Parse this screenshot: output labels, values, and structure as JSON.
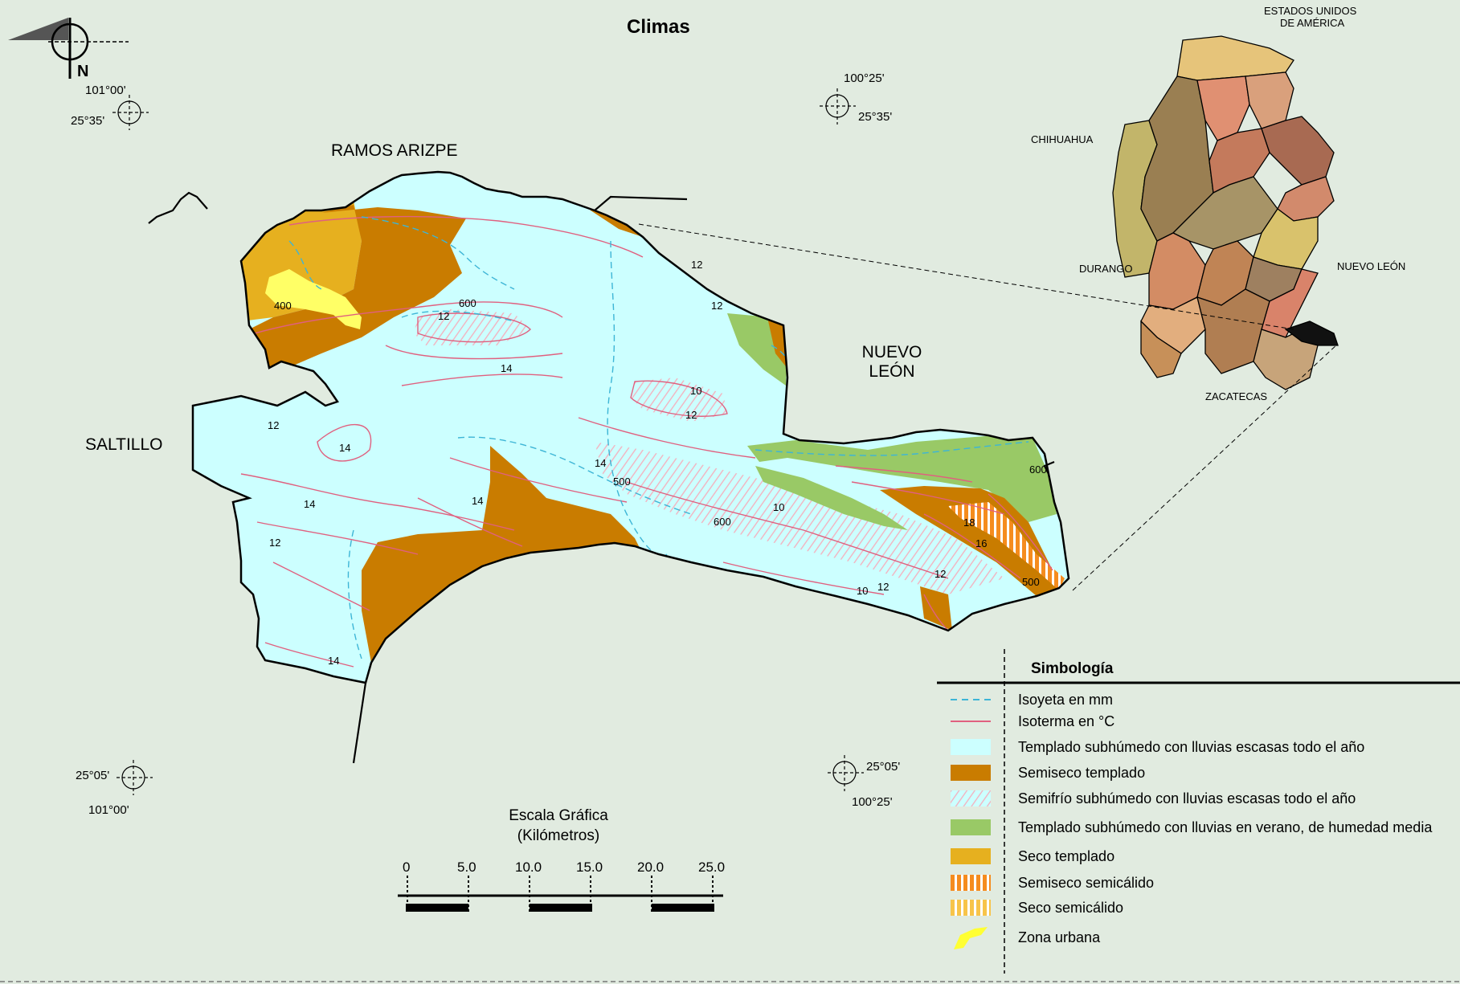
{
  "title": "Climas",
  "north": "N",
  "places": {
    "ramos_arizpe": "RAMOS ARIZPE",
    "saltillo": "SALTILLO",
    "nuevo_leon_main_1": "NUEVO",
    "nuevo_leon_main_2": "LEÓN"
  },
  "inset_labels": {
    "usa_1": "ESTADOS UNIDOS",
    "usa_2": "DE AMÉRICA",
    "chihuahua": "CHIHUAHUA",
    "durango": "DURANGO",
    "nuevo_leon": "NUEVO LEÓN",
    "zacatecas": "ZACATECAS"
  },
  "coordinates": {
    "nw_lon": "101°00'",
    "nw_lat": "25°35'",
    "ne_lon": "100°25'",
    "ne_lat": "25°35'",
    "sw_lat": "25°05'",
    "sw_lon": "101°00'",
    "se_lat": "25°05'",
    "se_lon": "100°25'"
  },
  "contour_labels": {
    "c400": "400",
    "c600a": "600",
    "c12a": "12",
    "c14a": "14",
    "c12b": "12",
    "c14b": "14",
    "c14c": "14",
    "c12c": "12",
    "c14d": "14",
    "c14e": "14",
    "c10a": "10",
    "c12d": "12",
    "c14f": "14",
    "c500a": "500",
    "c600b": "600",
    "c10b": "10",
    "c10c": "10",
    "c12e": "12",
    "c12f": "12",
    "c18": "18",
    "c16": "16",
    "c500b": "500",
    "c600c": "600",
    "c12g": "12",
    "c12h": "12"
  },
  "legend": {
    "title": "Simbología",
    "items": [
      {
        "label": "Isoyeta en mm",
        "type": "dash",
        "color": "#3db5d6"
      },
      {
        "label": "Isoterma en °C",
        "type": "line",
        "color": "#e0607f"
      },
      {
        "label": "Templado subhúmedo con lluvias escasas todo el año",
        "type": "fill",
        "color": "#ccffff"
      },
      {
        "label": "Semiseco templado",
        "type": "fill",
        "color": "#c97c00"
      },
      {
        "label": "Semifrío subhúmedo con lluvias escasas todo el año",
        "type": "hatch",
        "color": "#ccffff"
      },
      {
        "label": "Templado subhúmedo con lluvias en verano, de humedad media",
        "type": "fill",
        "color": "#99c966"
      },
      {
        "label": "Seco templado",
        "type": "fill",
        "color": "#e6b01f"
      },
      {
        "label": "Semiseco semicálido",
        "type": "stripe",
        "color": "#f58c1e"
      },
      {
        "label": "Seco semicálido",
        "type": "stripe",
        "color": "#f7c44a"
      },
      {
        "label": "Zona urbana",
        "type": "urban",
        "color": "#ffff33"
      }
    ]
  },
  "scale": {
    "title_1": "Escala Gráfica",
    "title_2": "(Kilómetros)",
    "ticks": [
      "0",
      "5.0",
      "10.0",
      "15.0",
      "20.0",
      "25.0"
    ]
  }
}
